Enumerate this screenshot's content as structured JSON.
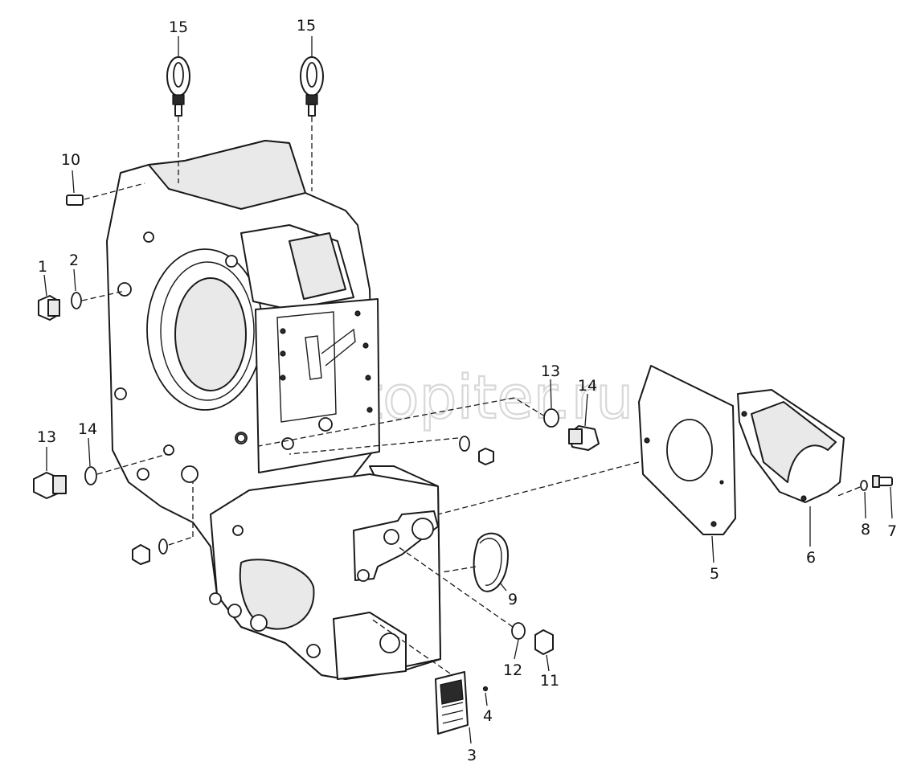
{
  "watermark": "autopiter.ru",
  "corner_mark": "",
  "callouts": {
    "c1": "1",
    "c2": "2",
    "c3": "3",
    "c4": "4",
    "c5": "5",
    "c6": "6",
    "c7": "7",
    "c8": "8",
    "c9": "9",
    "c10": "10",
    "c11": "11",
    "c12": "12",
    "c13_left": "13",
    "c14_left": "14",
    "c13_right": "13",
    "c14_right": "14",
    "c15_left": "15",
    "c15_right": "15"
  }
}
